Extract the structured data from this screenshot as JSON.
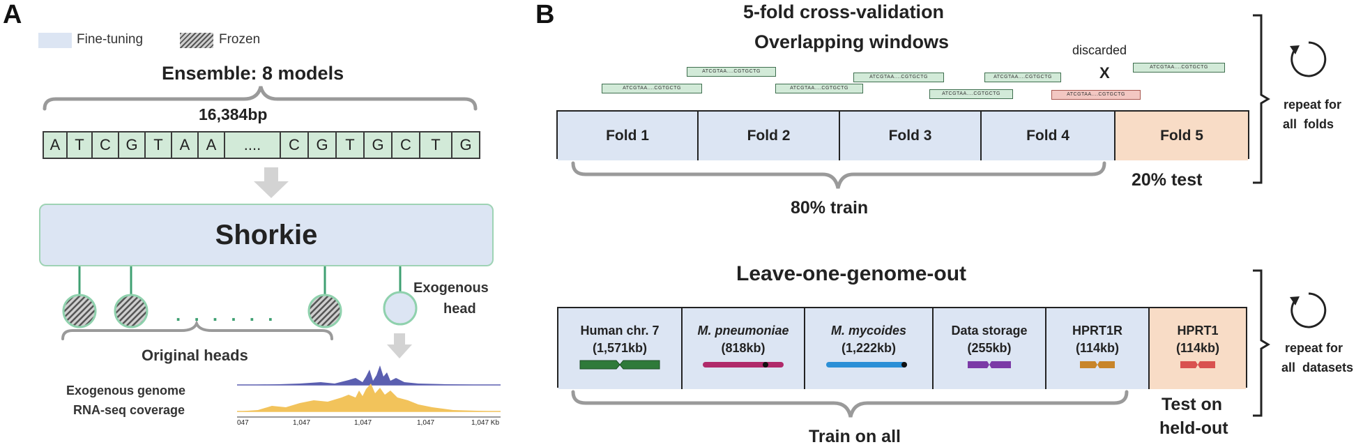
{
  "panelA": {
    "letter": "A",
    "legend": {
      "finetune_label": "Fine-tuning",
      "frozen_label": "Frozen",
      "finetune_color": "#dce5f3",
      "frozen_color": "#8a8a8a"
    },
    "ensemble_title": "Ensemble: 8 models",
    "seq_length": "16,384bp",
    "sequence": [
      "A",
      "T",
      "C",
      "G",
      "T",
      "A",
      "A",
      "....",
      "C",
      "G",
      "T",
      "G",
      "C",
      "T",
      "G"
    ],
    "model_name": "Shorkie",
    "heads": {
      "dots": ". . . . . .",
      "original_label": "Original heads",
      "exo_label_line1": "Exogenous",
      "exo_label_line2": "head"
    },
    "coverage": {
      "label_line1": "Exogenous genome",
      "label_line2": "RNA-seq coverage",
      "ticks": [
        "047",
        "1,047",
        "1,047",
        "1,047",
        "1,047 Kb"
      ],
      "track_colors": [
        "#5b5fb0",
        "#f2c35b"
      ]
    }
  },
  "panelB": {
    "letter": "B",
    "cv": {
      "title": "5-fold cross-validation",
      "subtitle": "Overlapping windows",
      "discarded_label": "discarded",
      "discard_mark": "X",
      "window_text": "ATCGTAA....CGTGCTG",
      "folds": [
        "Fold 1",
        "Fold 2",
        "Fold 3",
        "Fold 4",
        "Fold 5"
      ],
      "train_label": "80% train",
      "test_label": "20% test",
      "repeat_line1": "repeat for",
      "repeat_line2": "all  folds",
      "fold_color": "#dce5f3",
      "test_color": "#f8dcc6"
    },
    "logo": {
      "title": "Leave-one-genome-out",
      "datasets": [
        {
          "name": "Human chr. 7",
          "size": "(1,571kb)",
          "italic": false,
          "color": "#2f7a3a"
        },
        {
          "name": "M. pneumoniae",
          "size": "(818kb)",
          "italic": true,
          "color": "#b02a6a"
        },
        {
          "name": "M. mycoides",
          "size": "(1,222kb)",
          "italic": true,
          "color": "#2b8fd6"
        },
        {
          "name": "Data storage",
          "size": "(255kb)",
          "italic": false,
          "color": "#7b3aa6"
        },
        {
          "name": "HPRT1R",
          "size": "(114kb)",
          "italic": false,
          "color": "#c8852a"
        },
        {
          "name": "HPRT1",
          "size": "(114kb)",
          "italic": false,
          "color": "#d9524f"
        }
      ],
      "train_label": "Train on all",
      "test_line1": "Test on",
      "test_line2": "held-out",
      "repeat_line1": "repeat for",
      "repeat_line2": "all  datasets"
    }
  }
}
